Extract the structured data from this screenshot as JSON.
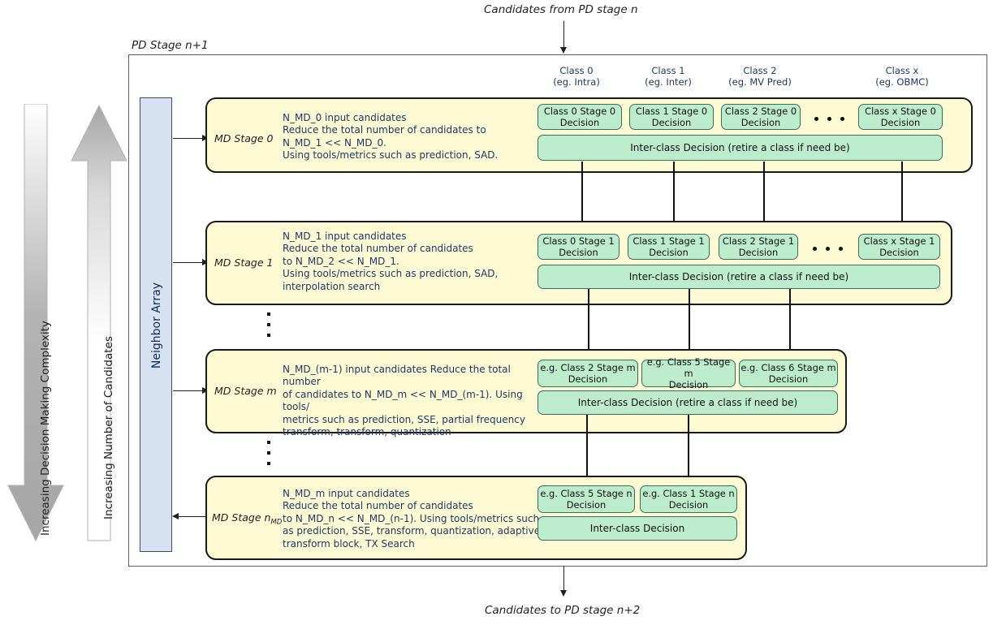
{
  "top_caption": "Candidates from PD stage n",
  "bottom_caption": "Candidates to PD stage n+2",
  "frame_label": "PD Stage n+1",
  "left_axes": [
    {
      "label": "Increasing Decision Making Complexity",
      "direction": "down",
      "style": "gray-gradient"
    },
    {
      "label": "Increasing Number of Candidates",
      "direction": "up",
      "style": "white-gradient"
    }
  ],
  "neighbor_array": {
    "label": "Neighbor Array",
    "color": "#d6e1f2"
  },
  "class_headers": [
    {
      "name": "Class 0",
      "example": "(eg. Intra)"
    },
    {
      "name": "Class 1",
      "example": "(eg. Inter)"
    },
    {
      "name": "Class 2",
      "example": "(eg. MV Pred)"
    },
    {
      "name": "Class x",
      "example": "(eg. OBMC)"
    }
  ],
  "colors": {
    "panel_fill": "#fdfbd4",
    "decision_fill": "#bdeccd",
    "neighbor_fill": "#d6e1f2",
    "text_blue": "#1f3864",
    "header_blue": "#1f3864"
  },
  "stages": [
    {
      "id": "stage-0",
      "name": "MD Stage 0",
      "description": "N_MD_0 input candidates\nReduce the total number of candidates to\nN_MD_1 << N_MD_0.\nUsing tools/metrics such as prediction, SAD.",
      "decisions": [
        "Class 0 Stage 0\nDecision",
        "Class 1 Stage 0\nDecision",
        "Class 2 Stage 0\nDecision",
        "Class x Stage 0\nDecision"
      ],
      "has_ellipsis": true,
      "inter_class": "Inter-class Decision (retire a class if need be)"
    },
    {
      "id": "stage-1",
      "name": "MD Stage 1",
      "description": "N_MD_1 input candidates\nReduce the total number of candidates\nto N_MD_2 << N_MD_1.\nUsing tools/metrics such as prediction, SAD,\ninterpolation search",
      "decisions": [
        "Class 0 Stage 1\nDecision",
        "Class 1 Stage 1\nDecision",
        "Class 2 Stage 1\nDecision",
        "Class x Stage 1\nDecision"
      ],
      "has_ellipsis": true,
      "inter_class": "Inter-class Decision (retire a class if need be)"
    },
    {
      "id": "stage-m",
      "name": "MD Stage m",
      "description": "N_MD_(m-1) input candidates Reduce the total number\nof candidates to N_MD_m << N_MD_(m-1). Using tools/\nmetrics such as prediction, SSE, partial frequency\ntransform, transform, quantization",
      "decisions": [
        "e.g. Class 2 Stage m\nDecision",
        "e.g. Class 5 Stage m\nDecision",
        "e.g. Class 6 Stage m\nDecision"
      ],
      "has_ellipsis": false,
      "inter_class": "Inter-class Decision (retire a class if need be)"
    },
    {
      "id": "stage-n",
      "name_prefix": "MD Stage n",
      "name_sub": "MD",
      "description": "N_MD_m input candidates\nReduce the total number of candidates\nto N_MD_n << N_MD_(n-1). Using tools/metrics such\nas prediction, SSE, transform, quantization, adaptive\ntransform block, TX Search",
      "decisions": [
        "e.g. Class 5 Stage n\nDecision",
        "e.g. Class 1 Stage n\nDecision"
      ],
      "has_ellipsis": false,
      "inter_class": "Inter-class Decision"
    }
  ]
}
